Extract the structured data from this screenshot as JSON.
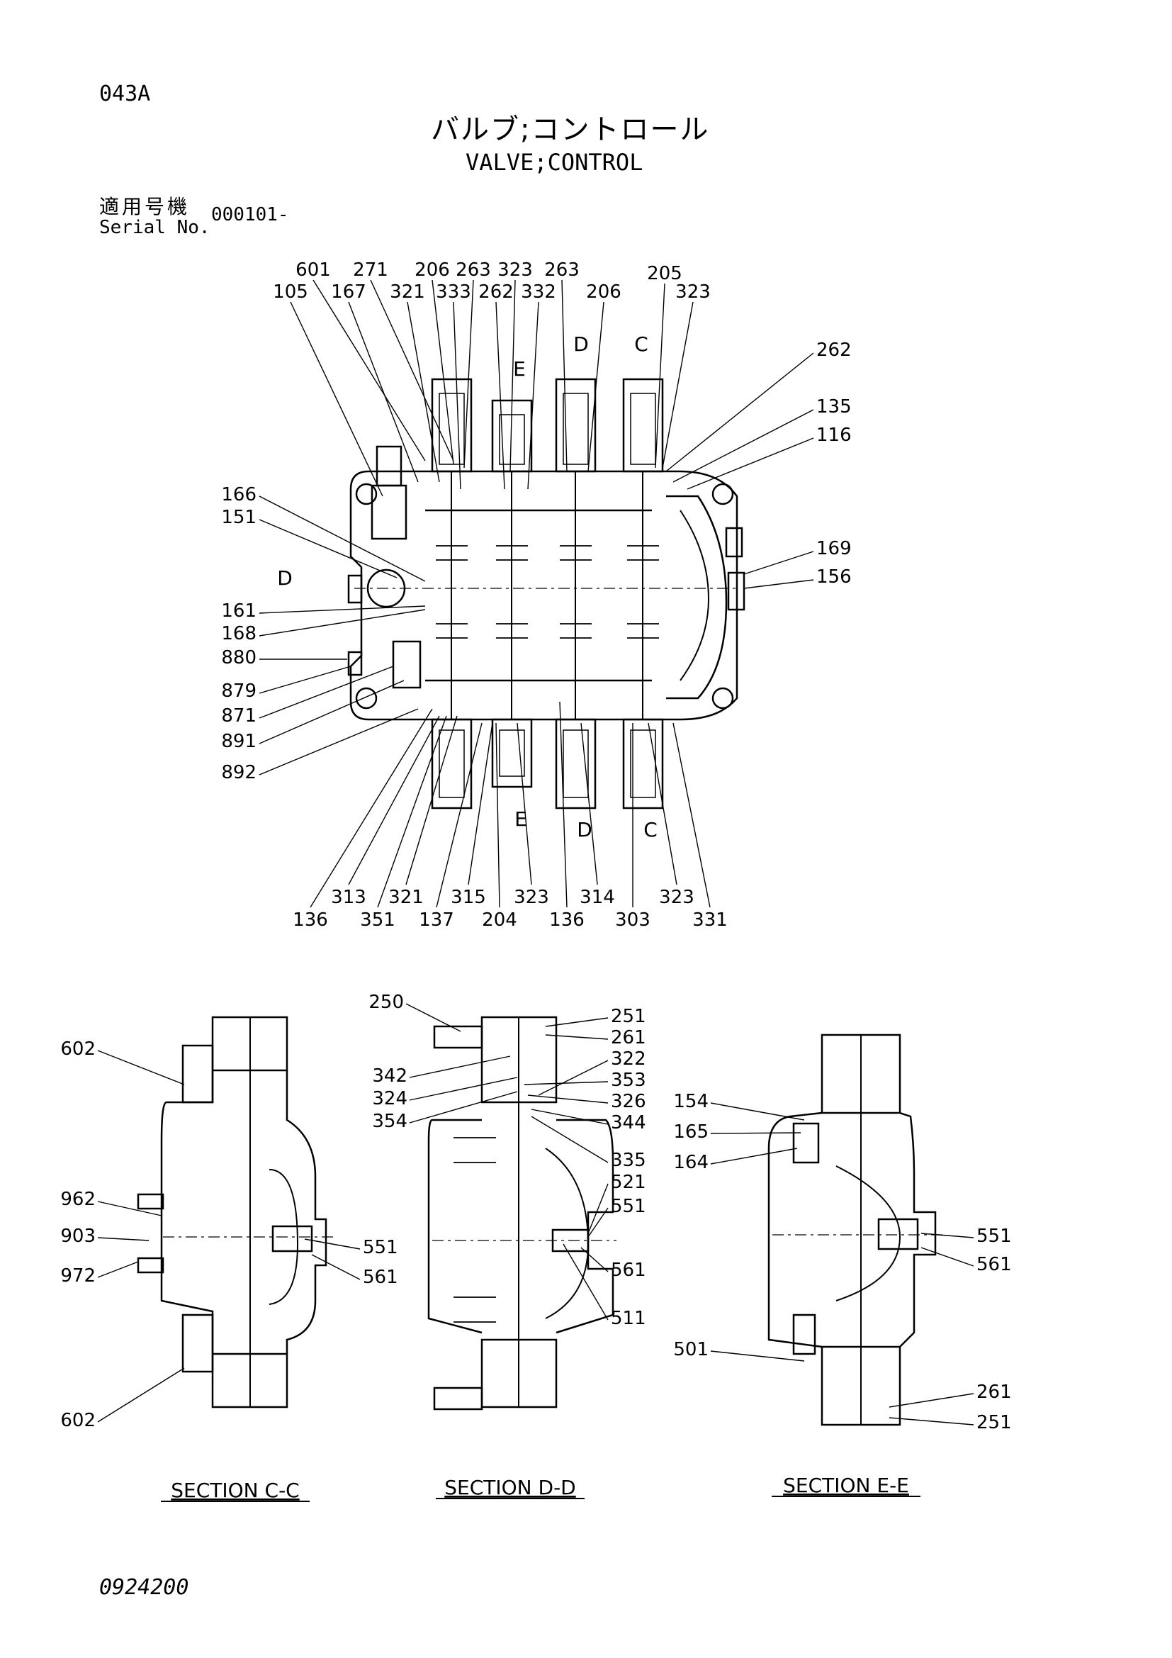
{
  "header": {
    "code": "043A",
    "title_jp": "バルブ;コントロール",
    "title_en": "VALVE;CONTROL",
    "serial_label_jp": "適用号機",
    "serial_label_en": "Serial No.",
    "serial_value": "000101-"
  },
  "main_view": {
    "labels": [
      "601",
      "271",
      "206",
      "263",
      "323",
      "263",
      "205",
      "105",
      "167",
      "321",
      "333",
      "262",
      "332",
      "206",
      "323",
      "262",
      "135",
      "116",
      "166",
      "151",
      "169",
      "156",
      "161",
      "168",
      "880",
      "879",
      "871",
      "891",
      "892",
      "313",
      "321",
      "315",
      "323",
      "314",
      "323",
      "136",
      "351",
      "137",
      "204",
      "136",
      "303",
      "331"
    ],
    "section_marks": [
      "D",
      "E",
      "C",
      "D",
      "E",
      "D",
      "C"
    ]
  },
  "sections": [
    {
      "title": "SECTION C-C",
      "labels": [
        "602",
        "962",
        "903",
        "972",
        "551",
        "561",
        "602"
      ]
    },
    {
      "title": "SECTION D-D",
      "labels": [
        "250",
        "251",
        "261",
        "342",
        "322",
        "324",
        "353",
        "326",
        "354",
        "344",
        "335",
        "521",
        "551",
        "561",
        "511"
      ]
    },
    {
      "title": "SECTION E-E",
      "labels": [
        "154",
        "165",
        "164",
        "551",
        "561",
        "501",
        "261",
        "251"
      ]
    }
  ],
  "footer": {
    "drawing_number": "0924200"
  }
}
